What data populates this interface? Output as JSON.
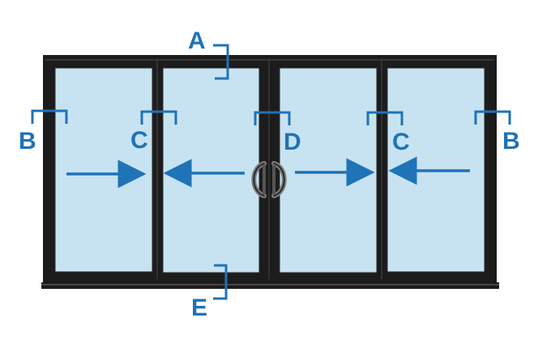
{
  "colors": {
    "frame": "#1c1c1c",
    "glass": "#c7e3f1",
    "accent": "#1f73b7",
    "background": "#ffffff"
  },
  "labels": {
    "a": "A",
    "b_left": "B",
    "c_left": "C",
    "d": "D",
    "c_right": "C",
    "b_right": "B",
    "e": "E"
  },
  "icons": {
    "handle": "door-handle-icon",
    "arrow": "arrow-icon"
  }
}
